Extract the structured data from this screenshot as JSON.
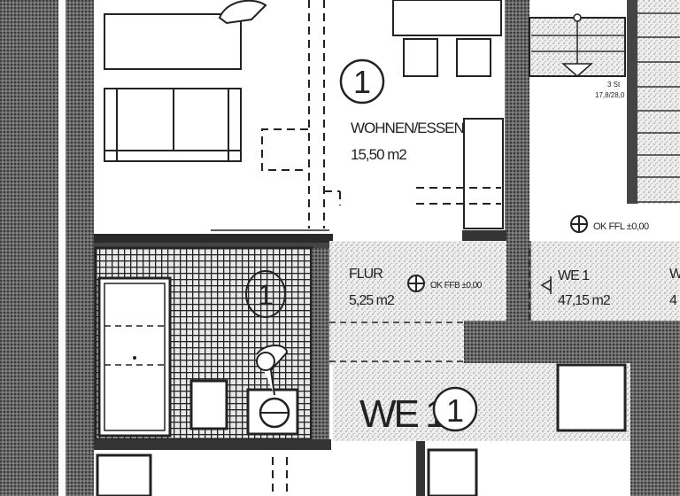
{
  "rooms": {
    "living": {
      "number": "1",
      "name": "WOHNEN/ESSEN",
      "area": "15,50 m2"
    },
    "hall": {
      "name": "FLUR",
      "area": "5,25 m2",
      "level": "OK FFB ±0,00"
    },
    "unit": {
      "name": "WE 1",
      "area": "47,15 m2",
      "level": "OK FFL ±0,00"
    },
    "bath": {
      "number": "1"
    }
  },
  "unit_tag": {
    "name": "WE 1",
    "number": "1"
  },
  "stair": {
    "note_top": "3 St",
    "note_bottom": "17,8/28,0"
  },
  "edge_text": {
    "right_top": "W",
    "right_bottom": "4"
  },
  "colors": {
    "ink": "#1e1e1e",
    "wall": "#3a3a3a",
    "stipple": "#9a9a9a",
    "tile": "#2a2a2a"
  }
}
